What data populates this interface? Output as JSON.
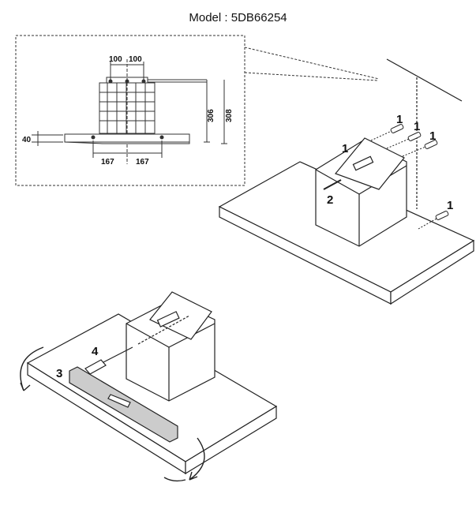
{
  "model": "Model : 5DB66254",
  "detail": {
    "dim_top_left": "100",
    "dim_top_right": "100",
    "dim_height_inner": "306",
    "dim_height_outer": "308",
    "dim_side": "40",
    "dim_bottom_left": "167",
    "dim_bottom_right": "167"
  },
  "callouts": {
    "wall_plug_a": "1",
    "wall_plug_b": "1",
    "wall_plug_c": "1",
    "wall_plug_d": "1",
    "bracket": "1",
    "screw": "2",
    "filter": "3",
    "screwdriver": "4"
  }
}
